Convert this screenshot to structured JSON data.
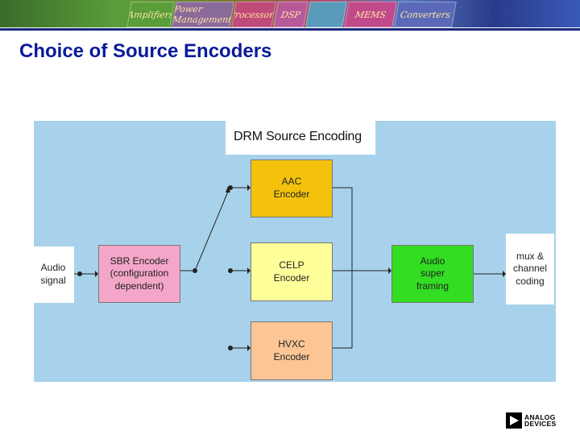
{
  "banner": {
    "tiles": [
      "Amplifiers",
      "Power Management",
      "Processors",
      "DSP",
      "",
      "MEMS",
      "Converters"
    ]
  },
  "slide": {
    "title": "Choice of Source Encoders"
  },
  "diagram": {
    "title": "DRM Source Encoding",
    "input_label": "Audio\nsignal",
    "output_label": "mux &\nchannel\ncoding",
    "boxes": {
      "sbr": "SBR Encoder\n(configuration\ndependent)",
      "aac": "AAC\nEncoder",
      "celp": "CELP\nEncoder",
      "hvxc": "HVXC\nEncoder",
      "framing": "Audio\nsuper\nframing"
    },
    "colors": {
      "background": "#a8d2ec",
      "sbr": "#f4a6c8",
      "aac": "#f4c20d",
      "celp": "#ffff99",
      "hvxc": "#fbc595",
      "framing": "#33dd22"
    }
  },
  "logo": {
    "line1": "ANALOG",
    "line2": "DEVICES"
  }
}
